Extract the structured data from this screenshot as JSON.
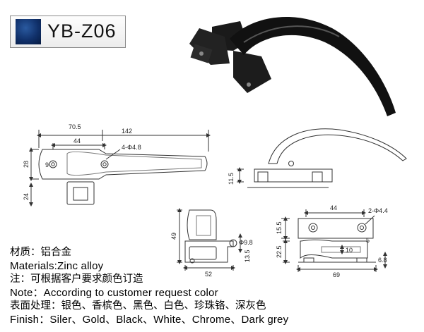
{
  "badge": {
    "model": "YB-Z06"
  },
  "dimensions": {
    "top_view": {
      "overall_a": "70.5",
      "overall_b": "142",
      "hole_spacing": "44",
      "holes": "4-Φ4.8",
      "height": "28",
      "small": "9",
      "stem": "24"
    },
    "side_view": {
      "height": "11.5"
    },
    "end_view": {
      "height": "49",
      "dia": "Φ9.8",
      "offset": "13.5",
      "width": "52"
    },
    "base_view": {
      "spacing": "44",
      "holes": "2-Φ4.4",
      "depth": "15.5",
      "gap": "5",
      "height": "22.5",
      "slot": "10",
      "foot": "6.8",
      "length": "69"
    }
  },
  "spec": {
    "material_cn": "材质：铝合金",
    "material_en": "Materials:Zinc alloy",
    "note_cn": "注：可根据客户要求颜色订造",
    "note_en": "Note：According to customer request color",
    "finish_cn": "表面处理：银色、香槟色、黑色、白色、珍珠铬、深灰色",
    "finish_en": "Finish：Siler、Gold、Black、White、Chrome、Dark grey"
  },
  "colors": {
    "badge_blue": "#10306a",
    "handle": "#111111",
    "line": "#333333"
  }
}
